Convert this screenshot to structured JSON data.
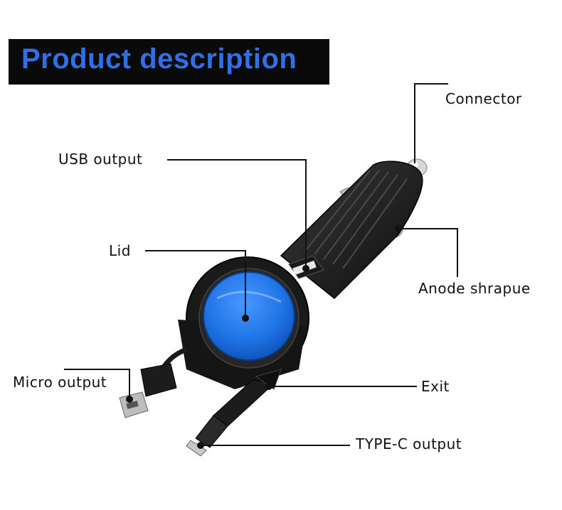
{
  "banner": {
    "title": "Product description",
    "bg": "#0a0a0a",
    "color": "#2f6fe8"
  },
  "labels": {
    "connector": "Connector",
    "usb_output": "USB output",
    "lid": "Lid",
    "anode_shrapnel": "Anode shrapue",
    "micro_output": "Micro output",
    "exit": "Exit",
    "type_c_output": "TYPE-C output"
  },
  "colors": {
    "lid_blue": "#1f74e6",
    "body_black": "#141414",
    "leader_line": "#111111"
  }
}
